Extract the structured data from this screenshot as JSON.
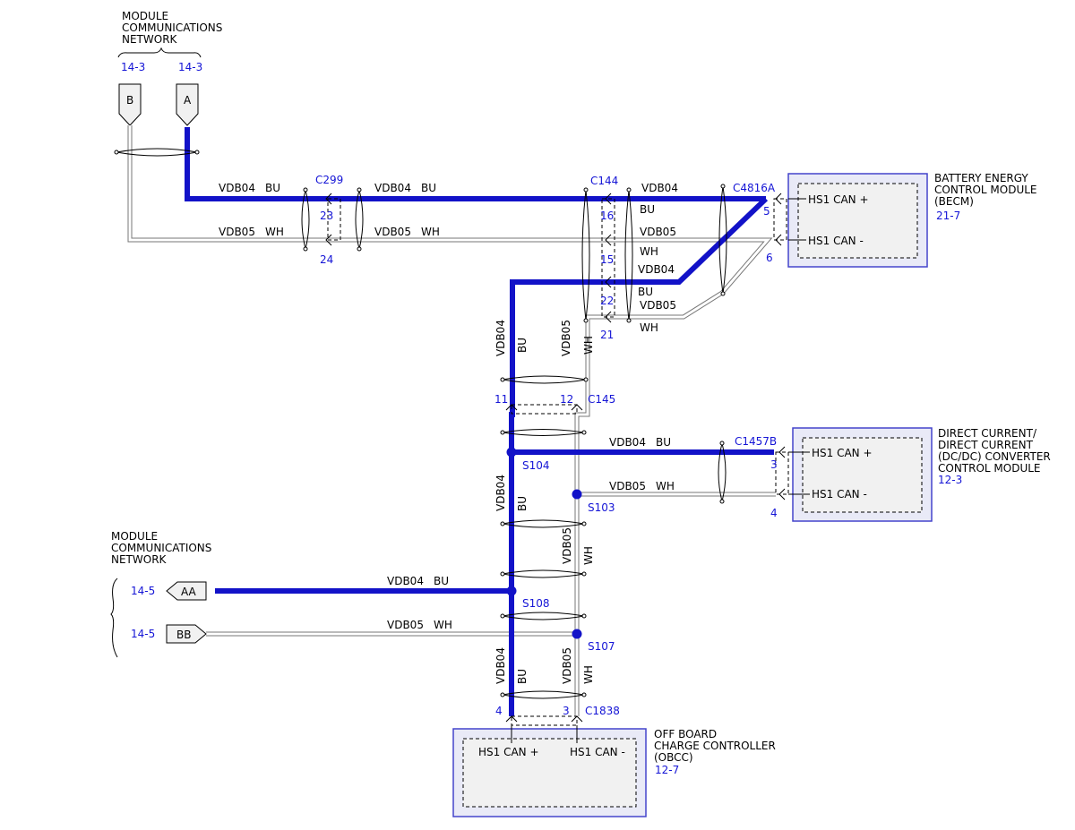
{
  "network_top": {
    "label_lines": [
      "MODULE",
      "COMMUNICATIONS",
      "NETWORK"
    ],
    "ref_b": "14-3",
    "ref_a": "14-3",
    "conn_b": "B",
    "conn_a": "A"
  },
  "network_bottom": {
    "label_lines": [
      "MODULE",
      "COMMUNICATIONS",
      "NETWORK"
    ],
    "ref_aa": "14-5",
    "ref_bb": "14-5",
    "conn_aa": "AA",
    "conn_bb": "BB"
  },
  "wires": {
    "vdb04": "VDB04",
    "vdb05": "VDB05",
    "bu": "BU",
    "wh": "WH"
  },
  "connectors": {
    "c299": "C299",
    "c299_pin_bu": "23",
    "c299_pin_wh": "24",
    "c144": "C144",
    "c144_pin_16": "16",
    "c144_pin_15": "15",
    "c144_pin_22": "22",
    "c144_pin_21": "21",
    "c4816a": "C4816A",
    "c4816a_pin_5": "5",
    "c4816a_pin_6": "6",
    "c145": "C145",
    "c145_pin_11": "11",
    "c145_pin_12": "12",
    "c1457b": "C1457B",
    "c1457b_pin_3": "3",
    "c1457b_pin_4": "4",
    "c1838": "C1838",
    "c1838_pin_4": "4",
    "c1838_pin_3": "3"
  },
  "splices": {
    "s104": "S104",
    "s103": "S103",
    "s108": "S108",
    "s107": "S107"
  },
  "modules": {
    "becm": {
      "name_lines": [
        "BATTERY ENERGY",
        "CONTROL MODULE",
        "(BECM)"
      ],
      "ref": "21-7",
      "pin_plus": "HS1 CAN +",
      "pin_minus": "HS1 CAN -"
    },
    "dcdc": {
      "name_lines": [
        "DIRECT CURRENT/",
        "DIRECT CURRENT",
        "(DC/DC) CONVERTER",
        "CONTROL MODULE"
      ],
      "ref": "12-3",
      "pin_plus": "HS1 CAN +",
      "pin_minus": "HS1 CAN -"
    },
    "obcc": {
      "name_lines": [
        "OFF BOARD",
        "CHARGE CONTROLLER",
        "(OBCC)"
      ],
      "ref": "12-7",
      "pin_plus": "HS1 CAN +",
      "pin_minus": "HS1 CAN -"
    }
  },
  "colors": {
    "can_high_wire": "#1212c8",
    "can_low_wire": "#ffffff",
    "reference_text": "#1515d6",
    "module_fill": "#e9eaf7"
  }
}
